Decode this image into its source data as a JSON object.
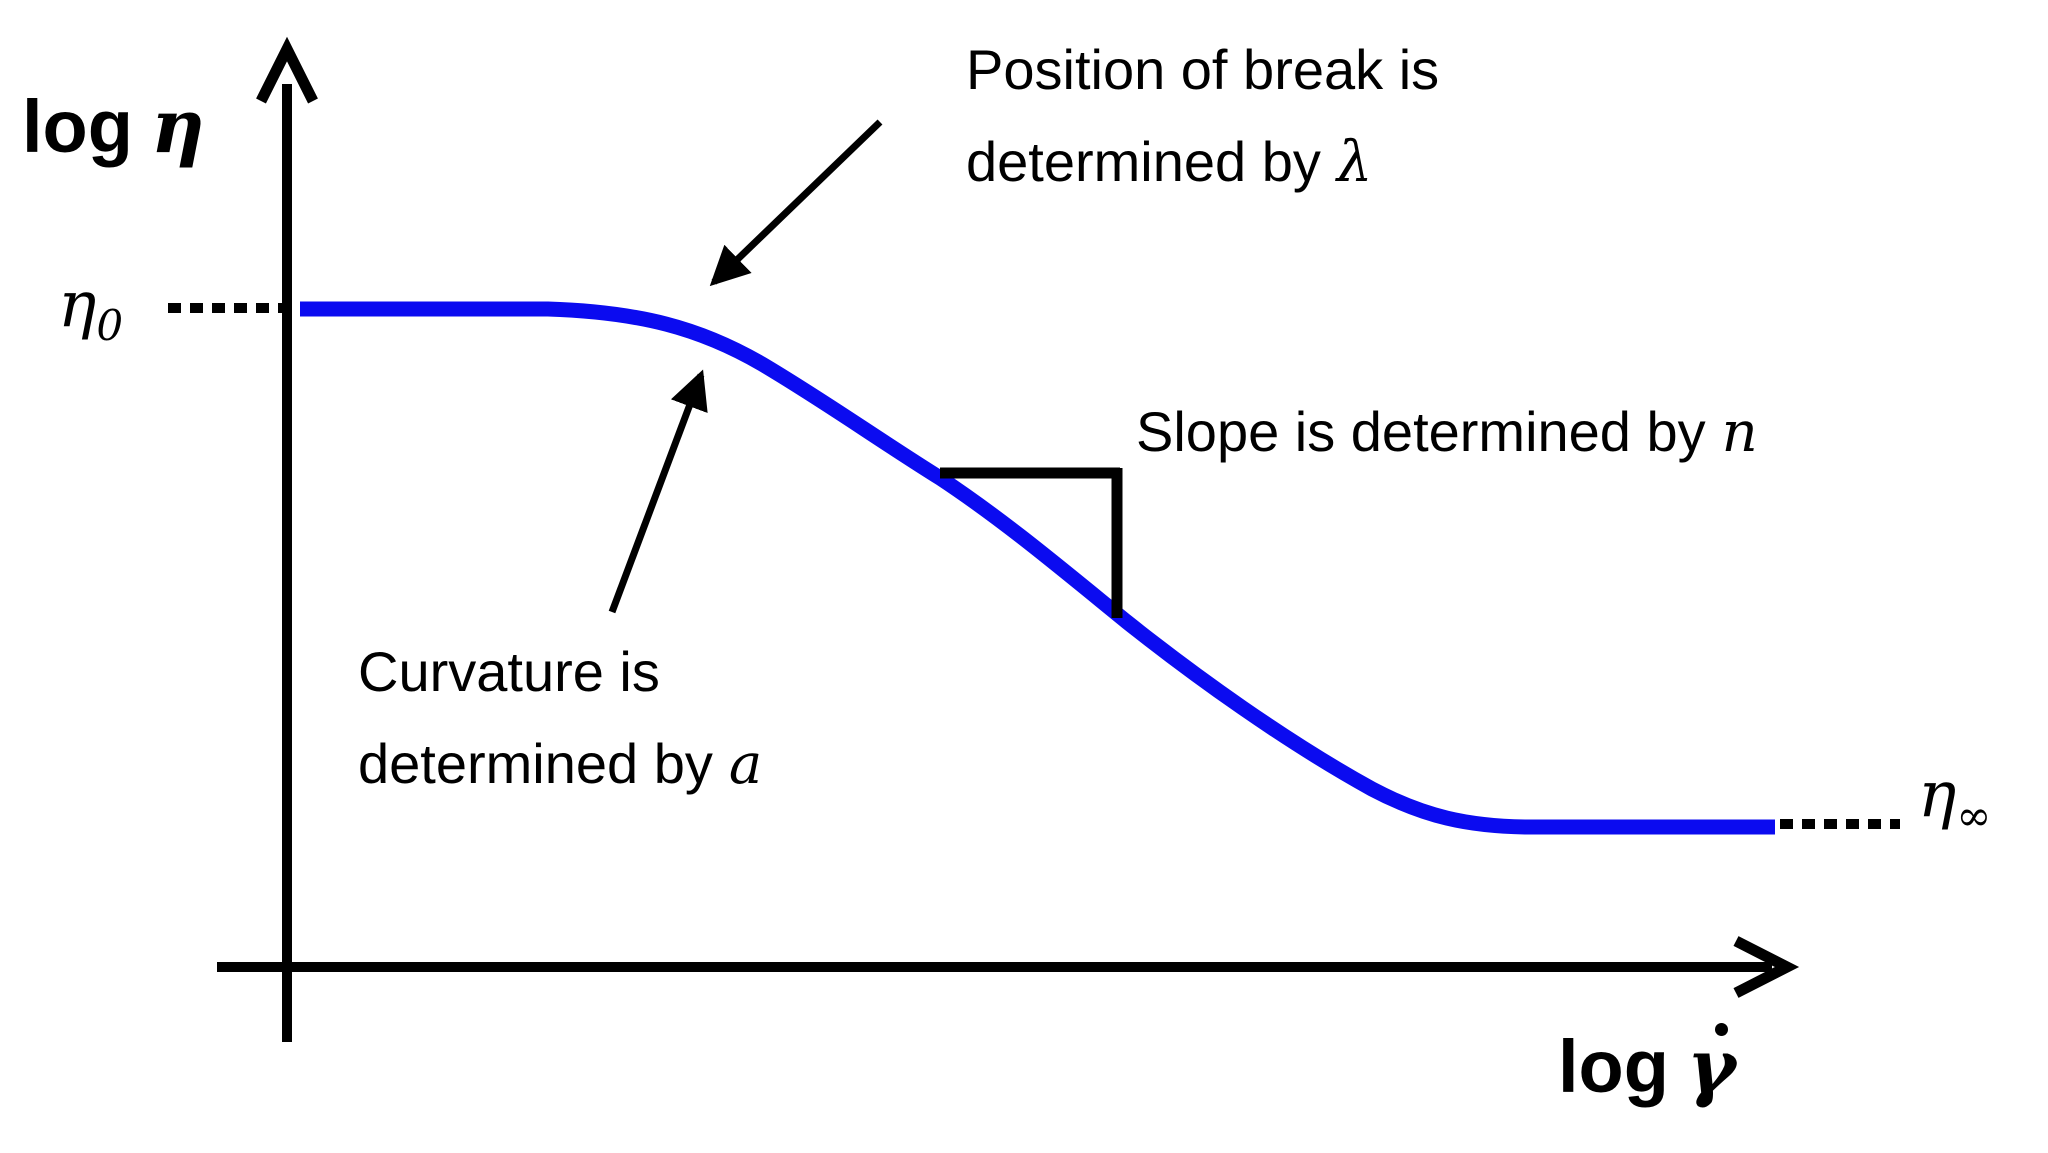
{
  "diagram": {
    "background": "#ffffff",
    "ink_color": "#000000",
    "curve_color": "#0b0bf0",
    "y_axis": {
      "label_prefix": "log",
      "label_symbol": "η"
    },
    "x_axis": {
      "label_prefix": "log",
      "label_symbol": "γ",
      "has_overdot": true
    },
    "plateau_labels": {
      "zero_shear": {
        "symbol": "η",
        "subscript": "0"
      },
      "infinite_shear": {
        "symbol": "η",
        "subscript": "∞"
      }
    },
    "annotations": {
      "break": {
        "line1": "Position of break is",
        "line2_prefix": "determined by",
        "parameter": "λ"
      },
      "slope": {
        "prefix": "Slope is determined by",
        "parameter": "n"
      },
      "curvature": {
        "line1": "Curvature is",
        "line2_prefix": "determined by",
        "parameter": "a"
      }
    }
  },
  "chart_data": {
    "type": "line",
    "title": "",
    "xlabel": "log γ̇",
    "ylabel": "log η",
    "axes_numeric": false,
    "grid": false,
    "series": [
      {
        "name": "viscosity vs shear-rate curve",
        "shape": "decreasing sigmoid on log-log axes",
        "upper_plateau": "η0",
        "lower_plateau": "η∞",
        "color": "#0b0bf0"
      }
    ],
    "annotations": [
      "Position of break is determined by λ",
      "Slope is determined by n",
      "Curvature is determined by a"
    ]
  }
}
